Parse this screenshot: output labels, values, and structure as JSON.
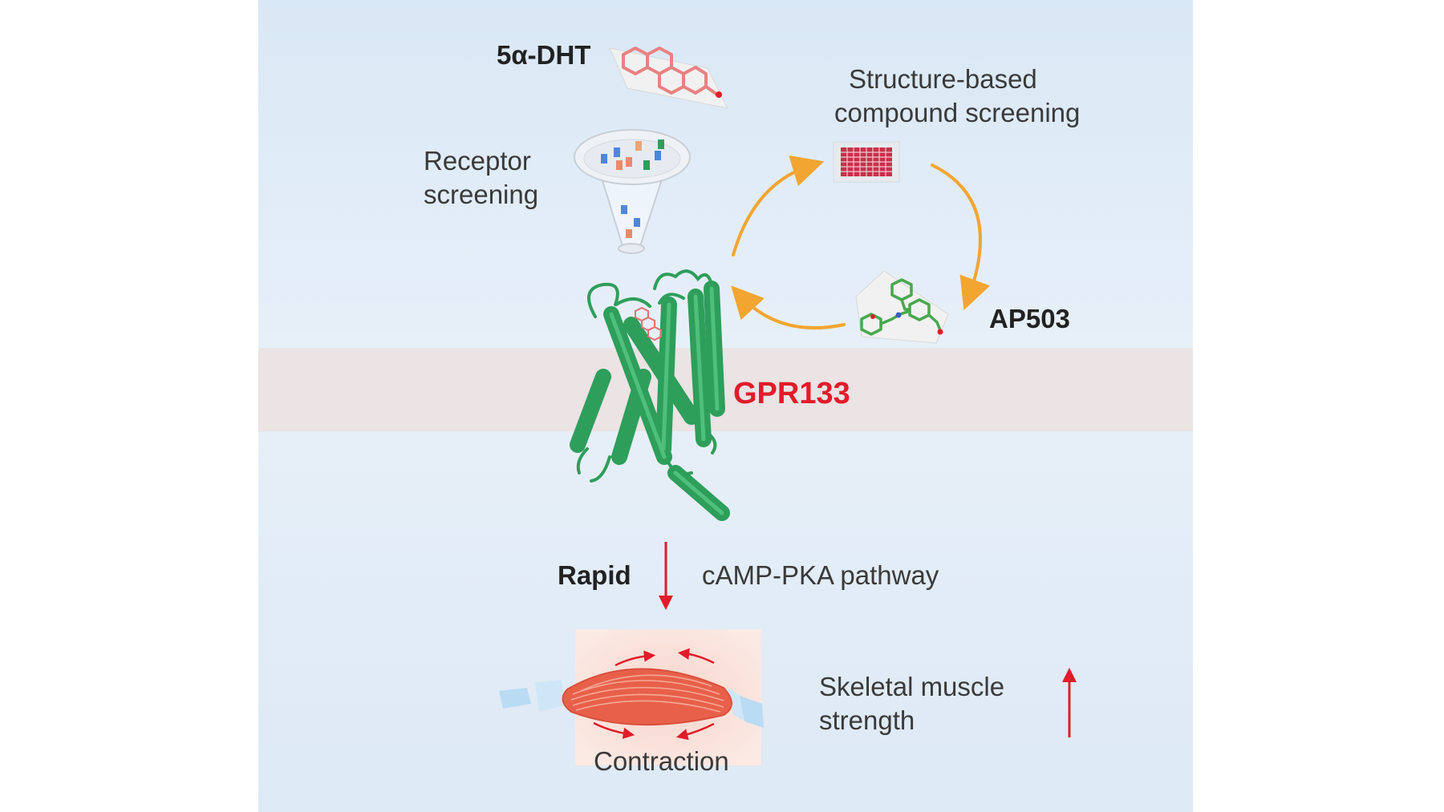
{
  "labels": {
    "dht": "5α-DHT",
    "receptor_line1": "Receptor",
    "receptor_line2": "screening",
    "structure_line1": "Structure-based",
    "structure_line2": "compound screening",
    "ap503": "AP503",
    "gpr133": "GPR133",
    "rapid": "Rapid",
    "pathway": "cAMP-PKA pathway",
    "contraction": "Contraction",
    "strength_line1": "Skeletal muscle",
    "strength_line2": "strength"
  },
  "colors": {
    "background_top": "#dbeaf6",
    "background_bottom": "#f2f6fb",
    "membrane": "#ebe3e4",
    "receptor_green": "#2e9e5b",
    "cycle_arrow": "#f2a531",
    "highlight_red": "#e11b2a",
    "muscle": "#e8604a"
  },
  "icons": [
    "funnel-icon",
    "compound-plate-icon",
    "dht-molecule-icon",
    "ap503-molecule-icon",
    "receptor-structure-icon",
    "muscle-icon"
  ]
}
